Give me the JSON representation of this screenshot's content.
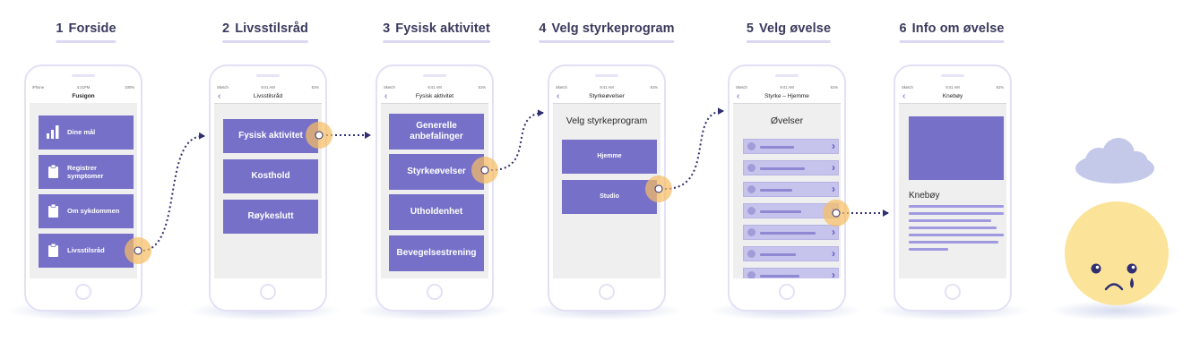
{
  "steps": [
    {
      "num": "1",
      "title": "Forside"
    },
    {
      "num": "2",
      "title": "Livsstilsråd"
    },
    {
      "num": "3",
      "title": "Fysisk aktivitet"
    },
    {
      "num": "4",
      "title": "Velg styrkeprogram"
    },
    {
      "num": "5",
      "title": "Velg øvelse"
    },
    {
      "num": "6",
      "title": "Info om øvelse"
    }
  ],
  "colors": {
    "button": "#7670c8",
    "highlight": "#f6be64",
    "frame": "#e3e0f6",
    "connector": "#2f2f72",
    "face": "#fbe49a",
    "cloud": "#c4c9ea"
  },
  "screen1": {
    "status_left": "iPhone",
    "status_center": "4:21PM",
    "status_right": "100%",
    "app_title": "Fusigon",
    "buttons": [
      {
        "label": "Dine mål",
        "icon": "bar-chart-icon"
      },
      {
        "label": "Registrer symptomer",
        "icon": "clipboard-icon"
      },
      {
        "label": "Om sykdommen",
        "icon": "clipboard-icon"
      },
      {
        "label": "Livsstilsråd",
        "icon": "clipboard-icon"
      }
    ]
  },
  "screen2": {
    "status_left": "Sketch",
    "status_center": "9:41 AM",
    "status_right": "51%",
    "nav_title": "Livsstilsråd",
    "buttons": [
      "Fysisk aktivitet",
      "Kosthold",
      "Røykeslutt"
    ]
  },
  "screen3": {
    "status_left": "Sketch",
    "status_center": "9:41 AM",
    "status_right": "51%",
    "nav_title": "Fysisk aktivitet",
    "buttons": [
      "Generelle anbefalinger",
      "Styrkeøvelser",
      "Utholdenhet",
      "Bevegelsestrening"
    ]
  },
  "screen4": {
    "status_left": "Sketch",
    "status_center": "9:41 AM",
    "status_right": "61%",
    "nav_title": "Styrkeøvelser",
    "heading": "Velg styrkeprogram",
    "buttons": [
      "Hjemme",
      "Studio"
    ]
  },
  "screen5": {
    "status_left": "Sketch",
    "status_center": "9:41 AM",
    "status_right": "61%",
    "nav_title": "Styrke – Hjemme",
    "heading": "Øvelser"
  },
  "screen6": {
    "status_left": "Sketch",
    "status_center": "9:41 AM",
    "status_right": "61%",
    "nav_title": "Knebøy",
    "exercise_title": "Knebøy"
  }
}
